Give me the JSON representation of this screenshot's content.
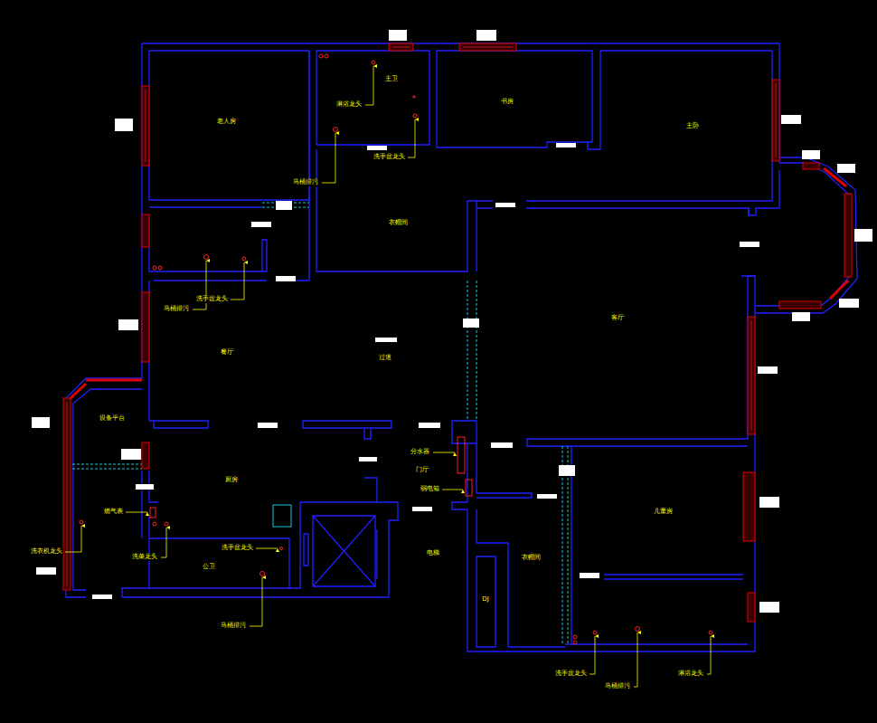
{
  "diagram": {
    "labels": [
      "老人房",
      "主卫",
      "淋浴龙头",
      "洗手盆龙头",
      "马桶排污",
      "书房",
      "主卧",
      "衣帽间",
      "洗手盆龙头",
      "马桶排污",
      "客厅",
      "餐厅",
      "过道",
      "设备平台",
      "厨房",
      "分水器",
      "门厅",
      "弱电箱",
      "燃气表",
      "洗菜龙头",
      "洗衣机龙头",
      "洗手盆龙头",
      "公卫",
      "马桶排污",
      "电梯",
      "DJ",
      "衣帽间",
      "儿童房",
      "洗手盆龙头",
      "马桶排污",
      "淋浴龙头"
    ]
  }
}
